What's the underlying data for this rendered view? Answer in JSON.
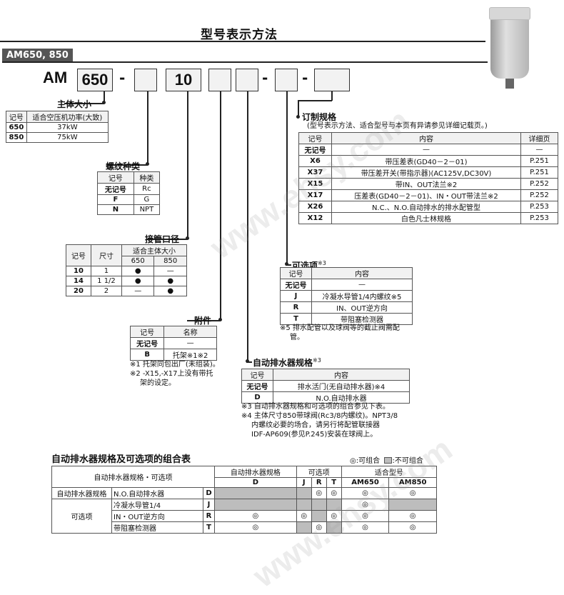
{
  "title": "型号表示方法",
  "series": "AM650, 850",
  "code": {
    "prefix": "AM",
    "size": "650",
    "port": "10",
    "dash": "-"
  },
  "body_size": {
    "label": "主体大小",
    "headers": [
      "记号",
      "适合空压机功率(大致)"
    ],
    "rows": [
      [
        "650",
        "37kW"
      ],
      [
        "850",
        "75kW"
      ]
    ]
  },
  "thread": {
    "label": "螺纹种类",
    "headers": [
      "记号",
      "种类"
    ],
    "rows": [
      [
        "无记号",
        "Rc"
      ],
      [
        "F",
        "G"
      ],
      [
        "N",
        "NPT"
      ]
    ]
  },
  "port": {
    "label": "接管口径",
    "headers": [
      "记号",
      "尺寸",
      "适合主体大小"
    ],
    "sub_headers": [
      "650",
      "850"
    ],
    "rows": [
      [
        "10",
        "1",
        "●",
        "—"
      ],
      [
        "14",
        "1 1/2",
        "●",
        "●"
      ],
      [
        "20",
        "2",
        "—",
        "●"
      ]
    ]
  },
  "accessory": {
    "label": "附件",
    "headers": [
      "记号",
      "名称"
    ],
    "rows": [
      [
        "无记号",
        "—"
      ],
      [
        "B",
        "托架※1※2"
      ]
    ],
    "notes": [
      "※1 托架同包出厂(未组装)。",
      "※2 -X15,-X17上没有带托",
      "架的设定。"
    ]
  },
  "drain": {
    "label": "自动排水器规格",
    "label_sup": "※3",
    "headers": [
      "记号",
      "内容"
    ],
    "rows": [
      [
        "无记号",
        "排水活门(无自动排水器)※4"
      ],
      [
        "D",
        "N.O.自动排水器"
      ]
    ],
    "notes": [
      "※3 自动排水器规格和可选项的组合参见下表。",
      "※4 主体尺寸850带球阀(Rc3/8内螺纹)。NPT3/8",
      "内螺纹必要的场合，请另行将配管联接器",
      "IDF-AP609(参见P.245)安装在球阀上。"
    ]
  },
  "option": {
    "label": "可选项",
    "label_sup": "※3",
    "headers": [
      "记号",
      "内容"
    ],
    "rows": [
      [
        "无记号",
        "—"
      ],
      [
        "J",
        "冷凝水导管1/4内螺纹※5"
      ],
      [
        "R",
        "IN、OUT逆方向"
      ],
      [
        "T",
        "带阻塞检测器"
      ]
    ],
    "notes": [
      "※5 排水配管以及球阀等的截止阀需配",
      "管。"
    ]
  },
  "custom": {
    "label": "订制规格",
    "desc": "(型号表示方法、适合型号与本页有异请参见详细记载页。)",
    "headers": [
      "记号",
      "内容",
      "详细页"
    ],
    "rows": [
      [
        "无记号",
        "—",
        "—"
      ],
      [
        "X6",
        "带压差表(GD40－2－01)",
        "P.251"
      ],
      [
        "X37",
        "带压差开关(带指示器)(AC125V,DC30V)",
        "P.251"
      ],
      [
        "X15",
        "带IN、OUT法兰※2",
        "P.252"
      ],
      [
        "X17",
        "压差表(GD40－2－01)、IN・OUT带法兰※2",
        "P.252"
      ],
      [
        "X26",
        "N.C.、N.O.自动排水的排水配管型",
        "P.253"
      ],
      [
        "X12",
        "白色凡士林规格",
        "P.253"
      ]
    ]
  },
  "combo": {
    "title": "自动排水器规格及可选项的组合表",
    "legend_ok": "◎:可组合",
    "legend_no": ":不可组合",
    "head1": [
      "自动排水器规格・可选项",
      "自动排水器规格",
      "可选项",
      "适合型号"
    ],
    "head2": [
      "D",
      "J",
      "R",
      "T",
      "AM650",
      "AM850"
    ],
    "row_groups": [
      "自动排水器规格",
      "可选项"
    ],
    "rows": [
      {
        "name": "N.O.自动排水器",
        "code": "D",
        "cells": [
          "x",
          "x",
          "◎",
          "◎",
          "◎",
          "◎"
        ]
      },
      {
        "name": "冷凝水导管1/4",
        "code": "J",
        "cells": [
          "x",
          "x",
          "x",
          "x",
          "◎",
          "x"
        ]
      },
      {
        "name": "IN・OUT逆方向",
        "code": "R",
        "cells": [
          "◎",
          "◎",
          "x",
          "◎",
          "◎",
          "◎"
        ]
      },
      {
        "name": "带阻塞检测器",
        "code": "T",
        "cells": [
          "◎",
          "x",
          "◎",
          "x",
          "◎",
          "◎"
        ]
      }
    ]
  },
  "watermark": "www.ehsy.com"
}
